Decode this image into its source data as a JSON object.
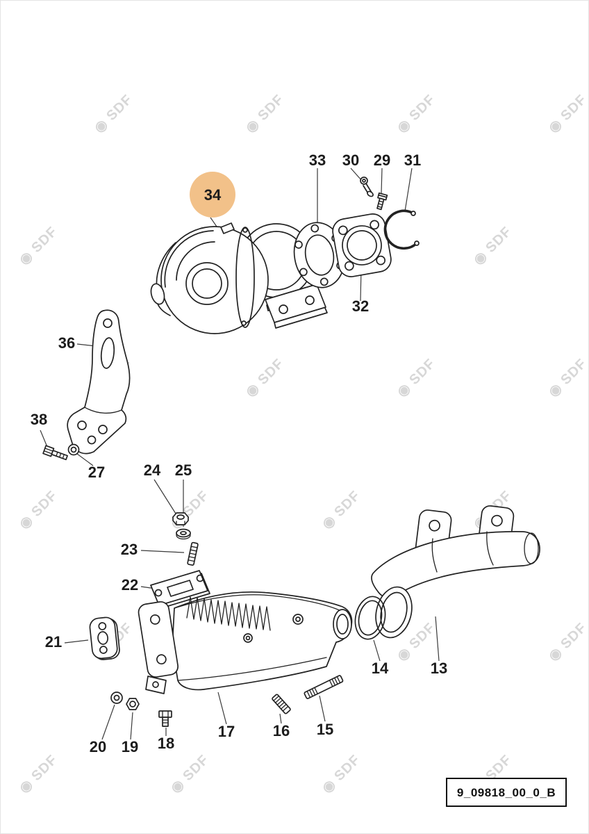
{
  "diagram": {
    "code": "9_09818_00_0_B",
    "watermark_text": "SDF",
    "watermark_icon": "◉",
    "highlight_color": "#F2C189",
    "highlighted_part": "34",
    "callouts": {
      "c13": "13",
      "c14": "14",
      "c15": "15",
      "c16": "16",
      "c17": "17",
      "c18": "18",
      "c19": "19",
      "c20": "20",
      "c21": "21",
      "c22": "22",
      "c23": "23",
      "c24": "24",
      "c25": "25",
      "c27": "27",
      "c29": "29",
      "c30": "30",
      "c31": "31",
      "c32": "32",
      "c33": "33",
      "c34": "34",
      "c36": "36",
      "c38": "38"
    }
  }
}
